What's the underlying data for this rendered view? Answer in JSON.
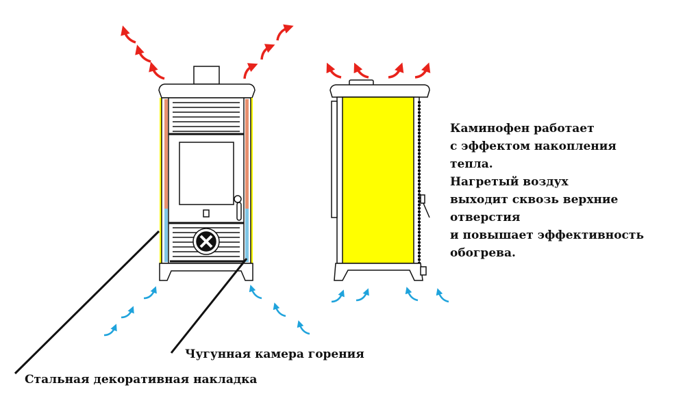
{
  "colors": {
    "hot_air": "#e8231b",
    "cold_air": "#1fa3dc",
    "steel_panel": "#ffff00",
    "outline": "#111111"
  },
  "description_lines": [
    "Каминофен работает",
    "с эффектом накопления",
    "тепла.",
    "Нагретый воздух",
    "выходит сквозь верхние",
    "отверстия",
    "и повышает эффективность",
    "обогрева."
  ],
  "labels": {
    "cast_iron_chamber": "Чугунная камера горения",
    "steel_panel": "Стальная декоративная накладка"
  }
}
